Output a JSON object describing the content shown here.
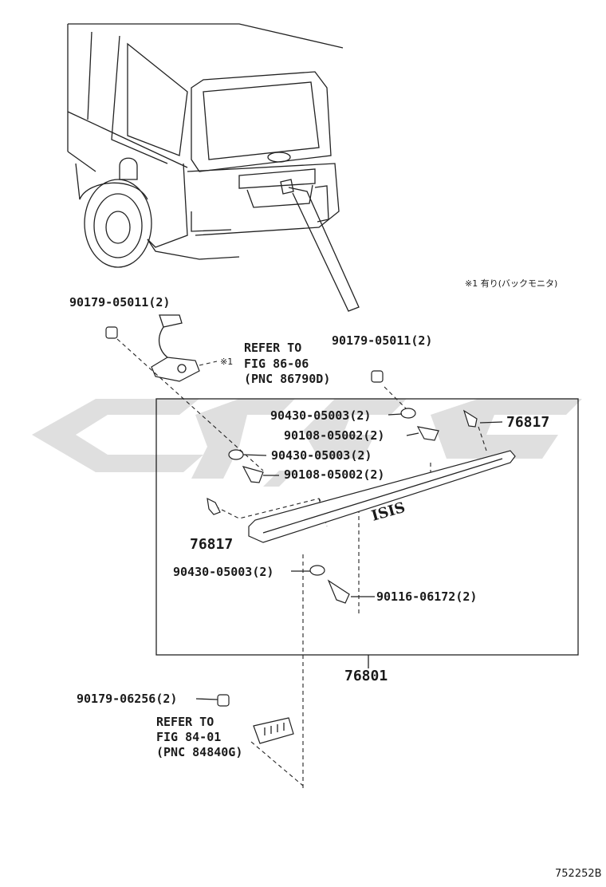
{
  "labels": {
    "bolt_top_left": "90179-05011(2)",
    "camera_ref_1": "REFER TO",
    "camera_ref_2": "FIG 86-06",
    "camera_ref_3": "(PNC 86790D)",
    "note_mark": "※1",
    "note": "※1 有り(バックモニタ)",
    "bolt_top_right": "90179-05011(2)",
    "washer_1": "90430-05003(2)",
    "screw_1": "90108-05002(2)",
    "washer_2": "90430-05003(2)",
    "screw_2": "90108-05002(2)",
    "clip_right": "76817",
    "clip_left": "76817",
    "washer_3": "90430-05003(2)",
    "screw_3": "90116-06172(2)",
    "assembly": "76801",
    "garnish_text": "ISIS",
    "bolt_bottom": "90179-06256(2)",
    "lamp_ref_1": "REFER TO",
    "lamp_ref_2": "FIG 84-01",
    "lamp_ref_3": "(PNC 84840G)",
    "figure_code": "752252B"
  }
}
